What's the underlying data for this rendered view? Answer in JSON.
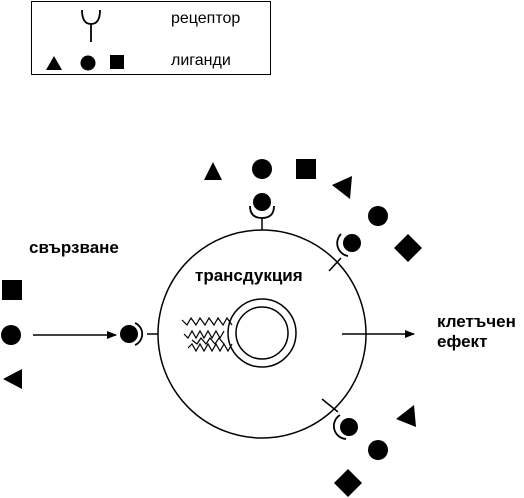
{
  "legend": {
    "receptor_label": "рецептор",
    "ligands_label": "лиганди",
    "receptor_icon": "receptor-icon",
    "ligand_icons": [
      "triangle-icon",
      "circle-icon",
      "square-icon"
    ]
  },
  "labels": {
    "binding": "свързване",
    "transduction": "трансдукция",
    "cell_effect_line1": "клетъчен",
    "cell_effect_line2": "ефект"
  },
  "colors": {
    "stroke": "#000000",
    "fill": "#000000",
    "background": "#ffffff"
  }
}
